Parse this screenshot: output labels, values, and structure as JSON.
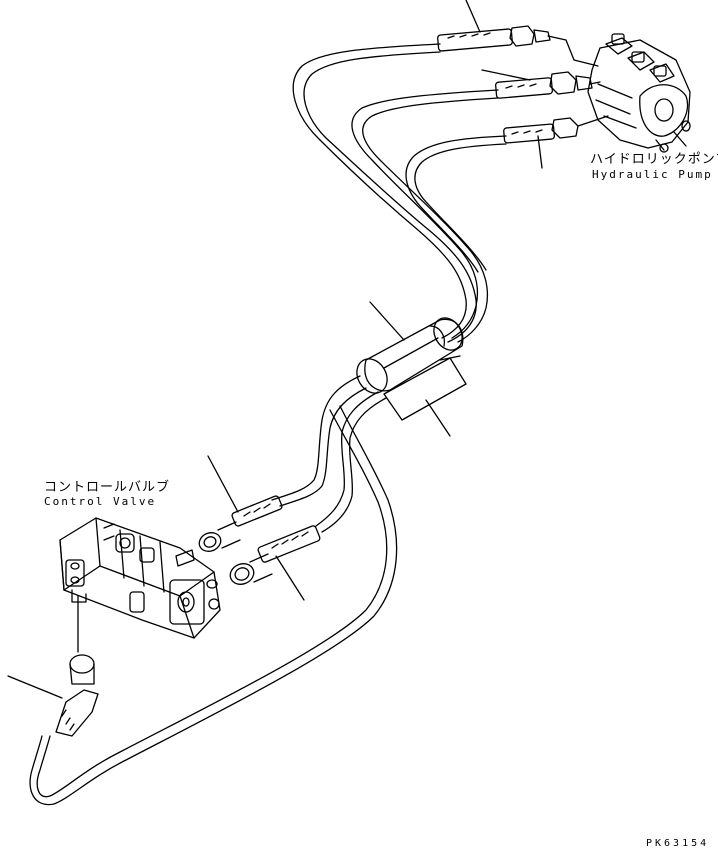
{
  "labels": {
    "hydraulic_pump_jp": "ハイドロリックポンプ",
    "hydraulic_pump_en": "Hydraulic Pump",
    "control_valve_jp": "コントロールバルブ",
    "control_valve_en": "Control Valve",
    "drawing_code": "PK63154"
  },
  "colors": {
    "line": "#000000",
    "background": "#ffffff"
  }
}
